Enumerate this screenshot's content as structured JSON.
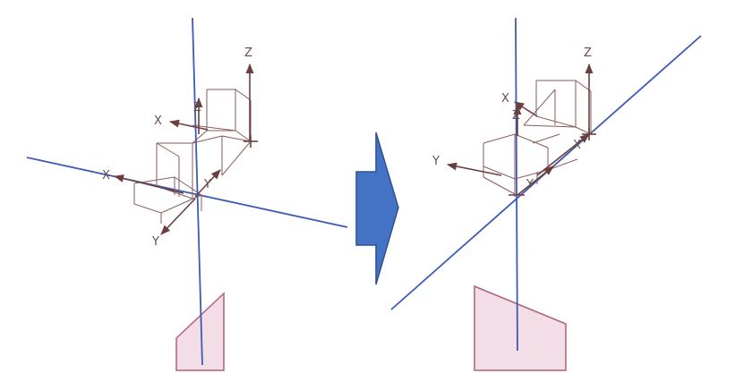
{
  "colors": {
    "axis_line": "#3b5bb5",
    "csys": "#8a5a5a",
    "csys_arrow": "#6b3f3f",
    "plane_fill": "#f3dde6",
    "plane_edge": "#b0607e",
    "arrow_fill": "#4472c4",
    "arrow_edge": "#2f528f"
  },
  "left_view": {
    "labels": {
      "z_top": "Z",
      "z_mid": "Z",
      "x_upper": "X",
      "x_lower": "X",
      "y_mid": "Y",
      "y_lower": "Y"
    }
  },
  "transition_arrow": {
    "icon": "right-arrow-icon"
  },
  "right_view": {
    "labels": {
      "z_top": "Z",
      "z_mid": "Z",
      "x_upper": "X",
      "x_lower": "X",
      "y_left": "Y",
      "y_mid": "Y"
    }
  }
}
